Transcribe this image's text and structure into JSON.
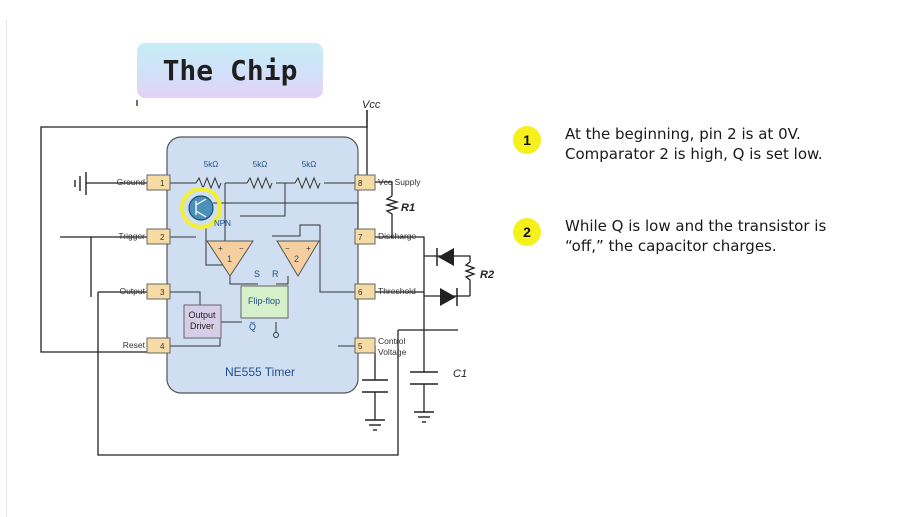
{
  "title": "The Chip",
  "notes": [
    {
      "number": "1",
      "text": "At the beginning, pin 2 is at 0V. Comparator 2 is high, Q is set low."
    },
    {
      "number": "2",
      "text": "While Q is low and the transistor is “off,” the capacitor charges."
    }
  ],
  "chip": {
    "name": "NE555 Timer",
    "resistors": [
      "5kΩ",
      "5kΩ",
      "5kΩ"
    ],
    "transistor": "NPN",
    "comparators": [
      "1",
      "2"
    ],
    "flipflop": {
      "label": "Flip-flop",
      "s": "S",
      "r": "R",
      "qbar": "Q̅"
    },
    "output_driver": [
      "Output",
      "Driver"
    ],
    "pins": [
      {
        "num": "1",
        "label": "Ground"
      },
      {
        "num": "2",
        "label": "Trigger"
      },
      {
        "num": "3",
        "label": "Output"
      },
      {
        "num": "4",
        "label": "Reset"
      },
      {
        "num": "8",
        "label": "Vcc Supply"
      },
      {
        "num": "7",
        "label": "Discharge"
      },
      {
        "num": "6",
        "label": "Threshold"
      },
      {
        "num": "5",
        "label": "Control",
        "label2": "Voltage"
      }
    ]
  },
  "handwritten": {
    "vcc": "Vcc",
    "r1": "R1",
    "r2": "R2",
    "c1": "C1"
  },
  "colors": {
    "chip_fill": "#cfdff1",
    "chip_text": "#1f4f8c",
    "pin_fill": "#f6dba4",
    "comparator": "#f6cfa0",
    "flipflop": "#d6f0cc",
    "driver": "#d6cde6",
    "highlight": "#f2f036",
    "badge": "#f6f01b"
  }
}
